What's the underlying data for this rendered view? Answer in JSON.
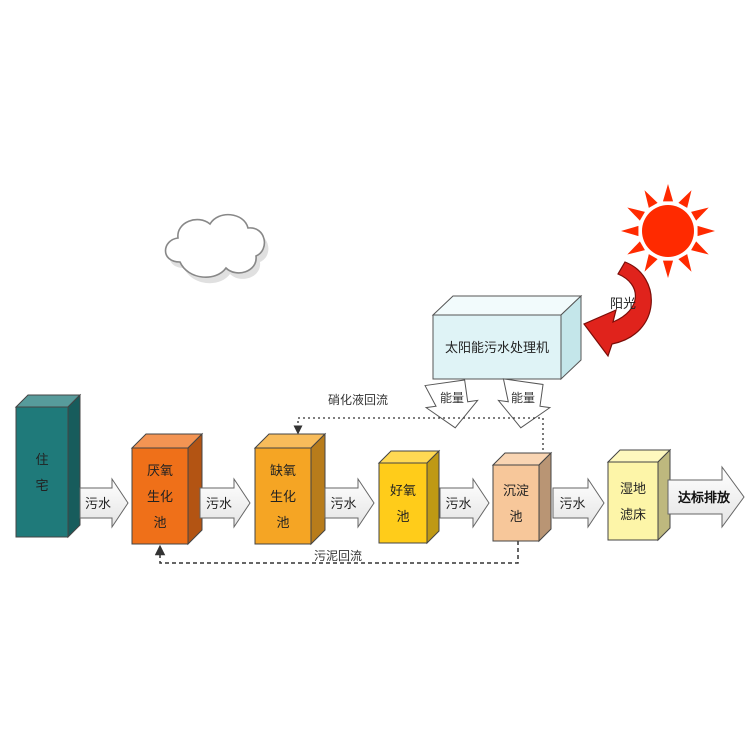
{
  "machine": {
    "label": "太阳能污水处理机"
  },
  "sunlight": {
    "label": "阳光"
  },
  "energy": {
    "left": "能量",
    "right": "能量"
  },
  "reflux": {
    "nitrate": "硝化液回流",
    "sludge": "污泥回流"
  },
  "stages": [
    {
      "id": "residence",
      "lines": [
        "住",
        "宅"
      ],
      "color": "#1f7a7a"
    },
    {
      "id": "anaerobic",
      "lines": [
        "厌氧",
        "生化",
        "池"
      ],
      "color": "#ef7019"
    },
    {
      "id": "anoxic",
      "lines": [
        "缺氧",
        "生化",
        "池"
      ],
      "color": "#f5a524"
    },
    {
      "id": "aerobic",
      "lines": [
        "好氧",
        "池"
      ],
      "color": "#ffcc1a"
    },
    {
      "id": "sedimentation",
      "lines": [
        "沉淀",
        "池"
      ],
      "color": "#f7c79a"
    },
    {
      "id": "wetland",
      "lines": [
        "湿地",
        "滤床"
      ],
      "color": "#fdf5a8"
    }
  ],
  "flow_arrows": [
    "污水",
    "污水",
    "污水",
    "污水",
    "污水"
  ],
  "final": {
    "label": "达标排放"
  },
  "colors": {
    "sun": "#ff2a00",
    "curved_arrow": "#e0231c",
    "machine": "#dff3f6"
  }
}
